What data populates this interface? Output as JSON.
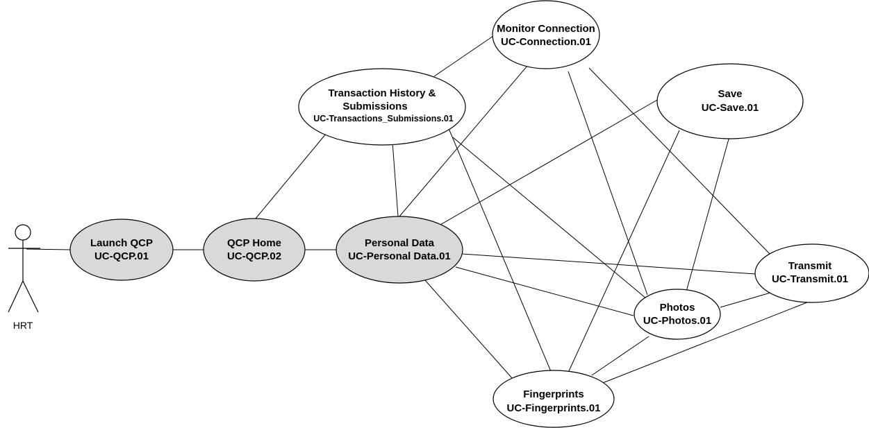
{
  "actor": {
    "label": "HRT"
  },
  "use_cases": {
    "launch": {
      "title": "Launch QCP",
      "id": "UC-QCP.01"
    },
    "home": {
      "title": "QCP Home",
      "id": "UC-QCP.02"
    },
    "personal": {
      "title": "Personal Data",
      "id": "UC-Personal Data.01"
    },
    "history": {
      "title_line1": "Transaction History &",
      "title_line2": "Submissions",
      "id": "UC-Transactions_Submissions.01"
    },
    "monitor": {
      "title": "Monitor Connection",
      "id": "UC-Connection.01"
    },
    "save": {
      "title": "Save",
      "id": "UC-Save.01"
    },
    "transmit": {
      "title": "Transmit",
      "id": "UC-Transmit.01"
    },
    "photos": {
      "title": "Photos",
      "id": "UC-Photos.01"
    },
    "fingerprints": {
      "title": "Fingerprints",
      "id": "UC-Fingerprints.01"
    }
  },
  "colors": {
    "primary_fill": "#d9d9d9",
    "secondary_fill": "#ffffff",
    "stroke": "#000000"
  }
}
